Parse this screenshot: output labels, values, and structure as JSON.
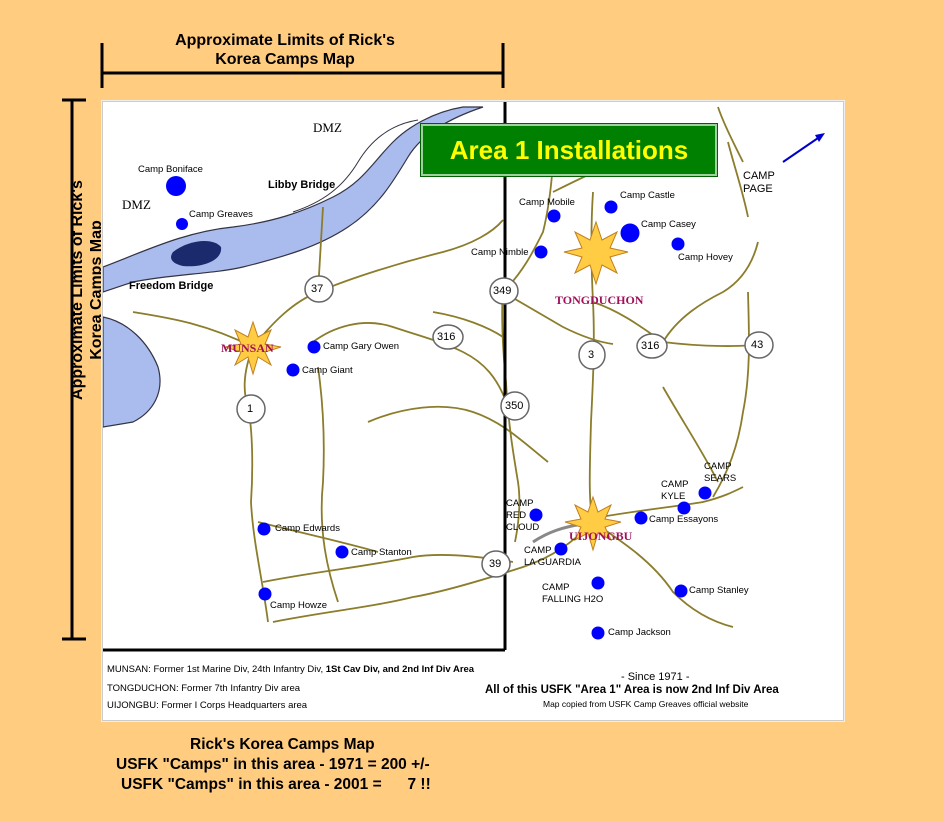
{
  "header": {
    "top_limit_line1": "Approximate Limits of Rick's",
    "top_limit_line2": "Korea Camps Map",
    "side_limit_line1": "Approximate Limits of Rick's",
    "side_limit_line2": "Korea Camps Map"
  },
  "map": {
    "title": "Area 1 Installations",
    "colors": {
      "title_bg": "#008000",
      "title_text": "#ffff00",
      "water": "#aabbee",
      "roads": "#8b7d2b",
      "camp_dot": "#0000ff",
      "city_star": "#ffcc44",
      "city_text": "#a0105a"
    },
    "dmz_labels": [
      "DMZ",
      "DMZ"
    ],
    "bridges": [
      "Libby Bridge",
      "Freedom Bridge"
    ],
    "cities": [
      "MUNSAN",
      "TONGDUCHON",
      "UIJONGBU"
    ],
    "camp_page": "CAMP\nPAGE",
    "camps": {
      "boniface": "Camp Boniface",
      "greaves": "Camp Greaves",
      "mobile": "Camp Mobile",
      "castle": "Camp Castle",
      "casey": "Camp Casey",
      "nimble": "Camp Nimble",
      "hovey": "Camp Hovey",
      "gary_owen": "Camp Gary Owen",
      "giant": "Camp Giant",
      "edwards": "Camp Edwards",
      "stanton": "Camp Stanton",
      "howze": "Camp Howze",
      "red_cloud": [
        "CAMP",
        "RED",
        "CLOUD"
      ],
      "la_guardia": [
        "CAMP",
        "LA GUARDIA"
      ],
      "falling_h2o": [
        "CAMP",
        "FALLING H2O"
      ],
      "jackson": "Camp Jackson",
      "stanley": "Camp Stanley",
      "essayons": "Camp Essayons",
      "kyle": [
        "CAMP",
        "KYLE"
      ],
      "sears": [
        "CAMP",
        "SEARS"
      ]
    },
    "routes": [
      "37",
      "349",
      "316",
      "3",
      "316",
      "43",
      "1",
      "350",
      "39"
    ],
    "notes": {
      "munsan_prefix": "MUNSAN:  Former 1st Marine Div, 24th Infantry Div,",
      "munsan_bold": "1St Cav Div, and 2nd Inf Div Area",
      "tongduchon": "TONGDUCHON:  Former 7th Infantry Div area",
      "uijongbu": "UIJONGBU:  Former I Corps Headquarters area",
      "since": "- Since 1971 -",
      "area1": "All of this USFK \"Area 1\" Area is now 2nd Inf Div Area",
      "copied": "Map copied from USFK Camp Greaves official website"
    }
  },
  "footer": {
    "line1": "Rick's Korea Camps Map",
    "line2": "USFK \"Camps\" in this area - 1971 = 200 +/-",
    "line3": "USFK \"Camps\" in this area - 2001 =      7 !!"
  }
}
